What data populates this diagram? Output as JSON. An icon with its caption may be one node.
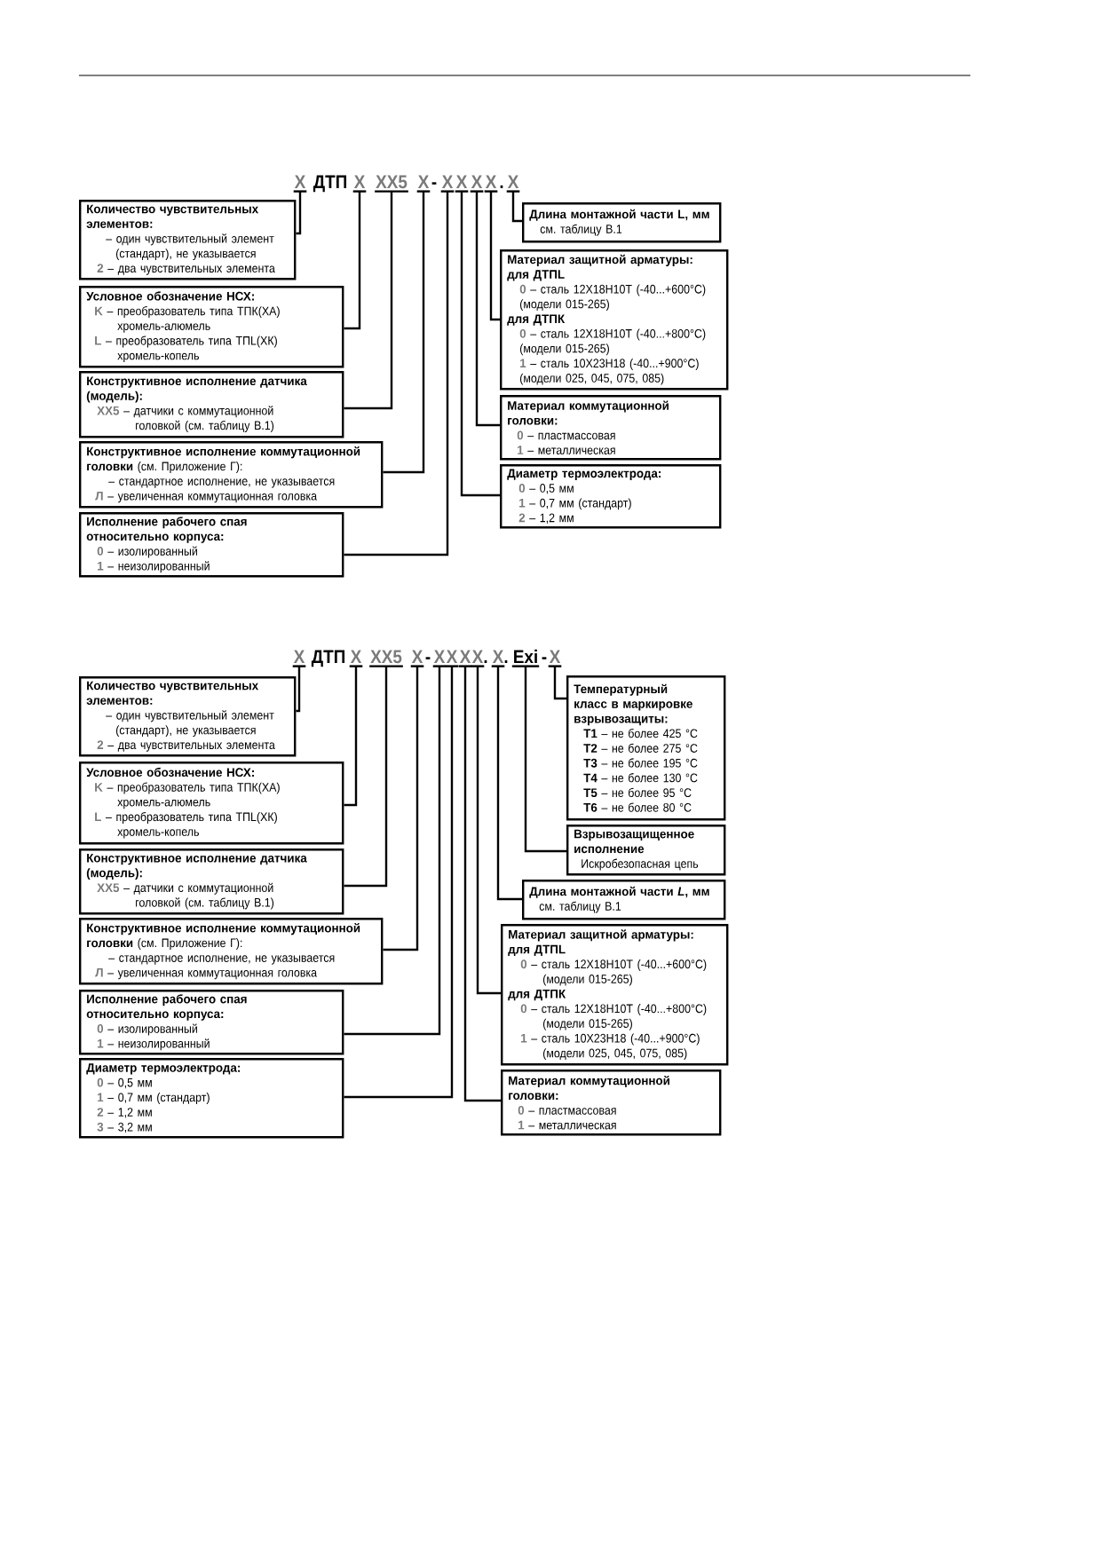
{
  "diagram": {
    "nodes": [
      {
        "text": [
          "X"
        ]
      },
      {
        "text": [
          "X"
        ]
      },
      {
        "text": [
          "XX5"
        ]
      },
      {
        "text": [
          "X"
        ]
      },
      {
        "text": [
          "X"
        ]
      },
      {
        "text": [
          "X"
        ]
      },
      {
        "text": [
          "X"
        ]
      },
      {
        "text": [
          "X"
        ]
      },
      {
        "text": [
          "X"
        ]
      },
      {
        "text": [
          "Количество чувствительных элементов:",
          "– один чувствительный элемент (стандарт), не указывается",
          "**2** – два чувствительных элемента"
        ]
      },
      {
        "text": [
          "Условное обозначение НСХ:",
          "**K** – преобразователь типа ТПК(ХА) хромель-алюмель",
          "**L** – преобразователь типа ТПL(ХК) хромель-копель"
        ]
      },
      {
        "text": [
          "Конструктивное исполнение датчика (модель):",
          "**XX5** – датчики с коммутационной головкой (см. таблицу В.1)"
        ]
      },
      {
        "text": [
          "**Конструктивное исполнение коммутационной головки** (см. Приложение Г):",
          "– стандартное исполнение, не указывается",
          "**Л** – увеличенная коммутационная головка"
        ]
      },
      {
        "text": [
          "Исполнение рабочего спая относительно корпуса:",
          "**0** – изолированный",
          "**1** – неизолированный"
        ]
      },
      {
        "text": [
          "Длина монтажной части L, мм",
          "см. таблицу В.1"
        ]
      },
      {
        "text": [
          "Материал защитной арматуры:",
          "для ДТПL",
          "**0** – сталь 12Х18Н10Т (-40...+600°C) (модели 015-265)",
          "для ДТПК",
          "**0** – сталь 12Х18Н10Т (-40...+800°C) (модели 015-265)",
          "**1** – сталь 10Х23Н18 (-40...+900°C) (модели 025, 045, 075, 085)"
        ]
      },
      {
        "text": [
          "Материал коммутационной головки:",
          "**0** – пластмассовая",
          "**1** – металлическая"
        ]
      },
      {
        "text": [
          "Диаметр термоэлектрода:",
          "**0** – 0,5 мм",
          "**1** – 0,7 мм (стандарт)",
          "**2** – 1,2 мм"
        ]
      },
      {
        "text": [
          "X"
        ]
      },
      {
        "text": [
          "X"
        ]
      },
      {
        "text": [
          "XX5"
        ]
      },
      {
        "text": [
          "X"
        ]
      },
      {
        "text": [
          "X"
        ]
      },
      {
        "text": [
          "X"
        ]
      },
      {
        "text": [
          "X"
        ]
      },
      {
        "text": [
          "X"
        ]
      },
      {
        "text": [
          "X"
        ]
      },
      {
        "text": [
          "Exi"
        ]
      },
      {
        "text": [
          "X"
        ]
      },
      {
        "text": [
          "Количество чувствительных элементов:",
          "– один чувствительный элемент (стандарт), не указывается",
          "**2** – два чувствительных элемента"
        ]
      },
      {
        "text": [
          "Условное обозначение НСХ:",
          "**K** – преобразователь типа ТПК(ХА) хромель-алюмель",
          "**L** – преобразователь типа ТПL(ХК) хромель-копель"
        ]
      },
      {
        "text": [
          "Конструктивное исполнение датчика (модель):",
          "**XX5** – датчики с коммутационной головкой (см. таблицу В.1)"
        ]
      },
      {
        "text": [
          "**Конструктивное исполнение коммутационной головки** (см. Приложение Г):",
          "– стандартное исполнение, не указывается",
          "**Л** – увеличенная коммутационная головка"
        ]
      },
      {
        "text": [
          "Исполнение рабочего спая относительно корпуса:",
          "**0** – изолированный",
          "**1** – неизолированный"
        ]
      },
      {
        "text": [
          "Диаметр термоэлектрода:",
          "**0** – 0,5 мм",
          "**1** – 0,7 мм (стандарт)",
          "**2** – 1,2 мм",
          "**3** – 3,2 мм"
        ]
      },
      {
        "text": [
          "Температурный класс в маркировке взрывозащиты:",
          "**T1** – не более 425 °C",
          "**T2** – не более 275 °C",
          "**T3** – не более 195 °C",
          "**T4** – не более 130 °C",
          "**T5** – не более 95 °C",
          "**T6** – не более 80 °C"
        ]
      },
      {
        "text": [
          "Взрывозащищенное исполнение",
          "Искробезопасная цепь"
        ]
      },
      {
        "text": [
          "Длина монтажной части *L*, мм",
          "см. таблицу В.1"
        ]
      },
      {
        "text": [
          "Материал защитной арматуры:",
          "для ДТПL",
          "**0** – сталь 12Х18Н10Т (-40...+600°C) (модели 015-265)",
          "для ДТПК",
          "**0** – сталь 12Х18Н10Т (-40...+800°C) (модели 015-265)",
          "**1** – сталь 10Х23Н18 (-40...+900°C) (модели 025, 045, 075, 085)"
        ]
      },
      {
        "text": [
          "Материал коммутационной головки:",
          "**0** – пластмассовая",
          "**1** – металлическая"
        ]
      }
    ],
    "edges": [
      {
        "from": 0,
        "to": 9,
        "arrow": "none"
      },
      {
        "from": 1,
        "to": 10,
        "arrow": "none"
      },
      {
        "from": 2,
        "to": 11,
        "arrow": "none"
      },
      {
        "from": 3,
        "to": 12,
        "arrow": "none"
      },
      {
        "from": 4,
        "to": 13,
        "arrow": "none"
      },
      {
        "from": 5,
        "to": 17,
        "arrow": "none"
      },
      {
        "from": 6,
        "to": 16,
        "arrow": "none"
      },
      {
        "from": 7,
        "to": 15,
        "arrow": "none"
      },
      {
        "from": 8,
        "to": 14,
        "arrow": "none"
      },
      {
        "from": 18,
        "to": 29,
        "arrow": "none"
      },
      {
        "from": 19,
        "to": 30,
        "arrow": "none"
      },
      {
        "from": 20,
        "to": 31,
        "arrow": "none"
      },
      {
        "from": 21,
        "to": 32,
        "arrow": "none"
      },
      {
        "from": 22,
        "to": 33,
        "arrow": "none"
      },
      {
        "from": 23,
        "to": 34,
        "arrow": "none"
      },
      {
        "from": 24,
        "to": 39,
        "arrow": "none"
      },
      {
        "from": 25,
        "to": 38,
        "arrow": "none"
      },
      {
        "from": 26,
        "to": 37,
        "arrow": "none"
      },
      {
        "from": 27,
        "to": 36,
        "arrow": "none"
      },
      {
        "from": 28,
        "to": 35,
        "arrow": "none"
      }
    ],
    "labels": [
      "ДТП",
      "-",
      ".",
      "ДТП",
      "-",
      ".",
      ".",
      "-"
    ]
  }
}
